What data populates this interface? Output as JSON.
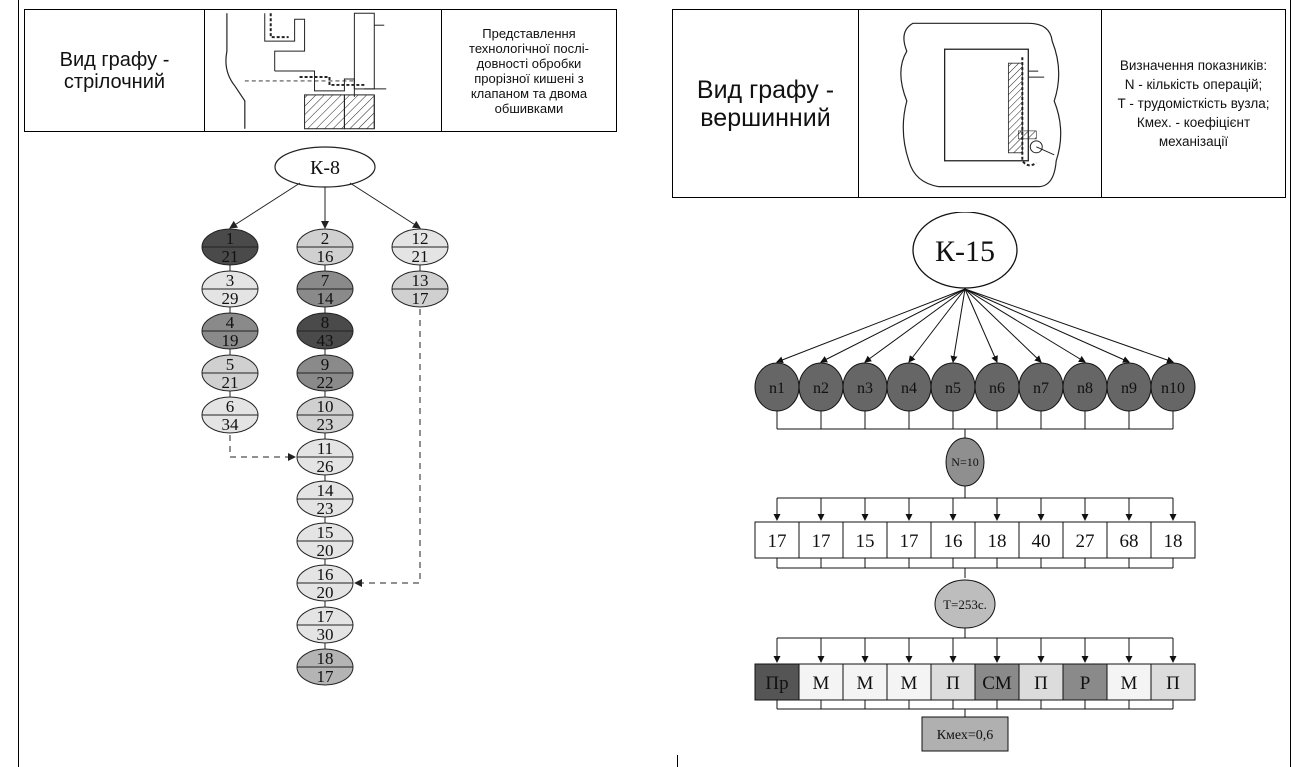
{
  "left": {
    "header": {
      "graph_type": "Вид графу -\nстрілочний",
      "description": "Представлення\nтехнологічної послі-\nдовності обробки\nпрорізної кишені з\nклапаном та двома\nобшивками"
    },
    "root_label": "К-8",
    "columns": [
      [
        {
          "top": "1",
          "bottom": "21",
          "shade": "#4a4a4a"
        },
        {
          "top": "3",
          "bottom": "29",
          "shade": "#e4e4e4"
        },
        {
          "top": "4",
          "bottom": "19",
          "shade": "#8a8a8a"
        },
        {
          "top": "5",
          "bottom": "21",
          "shade": "#d0d0d0"
        },
        {
          "top": "6",
          "bottom": "34",
          "shade": "#e4e4e4"
        }
      ],
      [
        {
          "top": "2",
          "bottom": "16",
          "shade": "#d0d0d0"
        },
        {
          "top": "7",
          "bottom": "14",
          "shade": "#8a8a8a"
        },
        {
          "top": "8",
          "bottom": "43",
          "shade": "#4a4a4a"
        },
        {
          "top": "9",
          "bottom": "22",
          "shade": "#8a8a8a"
        },
        {
          "top": "10",
          "bottom": "23",
          "shade": "#d0d0d0"
        },
        {
          "top": "11",
          "bottom": "26",
          "shade": "#e4e4e4"
        },
        {
          "top": "14",
          "bottom": "23",
          "shade": "#e4e4e4"
        },
        {
          "top": "15",
          "bottom": "20",
          "shade": "#e4e4e4"
        },
        {
          "top": "16",
          "bottom": "20",
          "shade": "#e4e4e4"
        },
        {
          "top": "17",
          "bottom": "30",
          "shade": "#e4e4e4"
        },
        {
          "top": "18",
          "bottom": "17",
          "shade": "#b4b4b4"
        }
      ],
      [
        {
          "top": "12",
          "bottom": "21",
          "shade": "#e4e4e4"
        },
        {
          "top": "13",
          "bottom": "17",
          "shade": "#d0d0d0"
        }
      ]
    ]
  },
  "right": {
    "header": {
      "graph_type": "Вид графу -\nвершинний",
      "description": "Визначення показників:\nN - кількість операцій;\nТ - трудомісткість вузла;\nКмех. - коефіцієнт\nмеханізації"
    },
    "root_label": "К-15",
    "ops": [
      "n1",
      "n2",
      "n3",
      "n4",
      "n5",
      "n6",
      "n7",
      "n8",
      "n9",
      "n10"
    ],
    "n_label": "N=10",
    "times": [
      "17",
      "17",
      "15",
      "17",
      "16",
      "18",
      "40",
      "27",
      "68",
      "18"
    ],
    "t_label": "Т=253с.",
    "modes": [
      {
        "label": "Пр",
        "shade": "#555555"
      },
      {
        "label": "М",
        "shade": "#f4f4f4"
      },
      {
        "label": "М",
        "shade": "#f4f4f4"
      },
      {
        "label": "М",
        "shade": "#f4f4f4"
      },
      {
        "label": "П",
        "shade": "#dcdcdc"
      },
      {
        "label": "СМ",
        "shade": "#8a8a8a"
      },
      {
        "label": "П",
        "shade": "#dcdcdc"
      },
      {
        "label": "Р",
        "shade": "#8a8a8a"
      },
      {
        "label": "М",
        "shade": "#f4f4f4"
      },
      {
        "label": "П",
        "shade": "#dcdcdc"
      }
    ],
    "kmech_label": "Кмех=0,6",
    "colors": {
      "dark_node": "#666666",
      "mid_node": "#8f8f8f",
      "light_node": "#bdbdbd"
    }
  }
}
